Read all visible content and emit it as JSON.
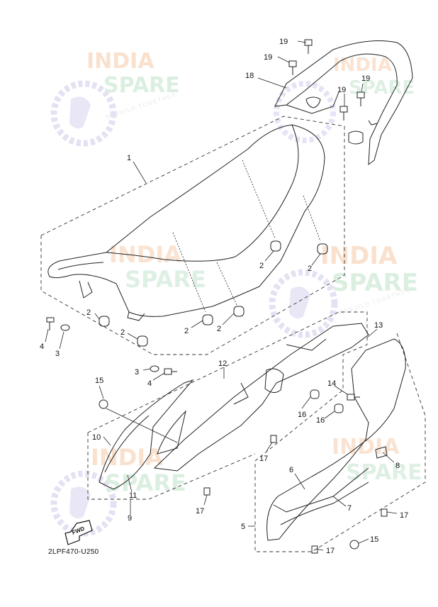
{
  "diagram": {
    "code": "2LPF470-U250",
    "fwd_label": "FWD"
  },
  "watermark": {
    "line1": "INDIA",
    "line2": "SPARE",
    "tagline": "REBUILD TOGETHER"
  },
  "callouts": {
    "c1": "1",
    "c2a": "2",
    "c2b": "2",
    "c2c": "2",
    "c2d": "2",
    "c2e": "2",
    "c2f": "2",
    "c3a": "3",
    "c3b": "3",
    "c4a": "4",
    "c4b": "4",
    "c5": "5",
    "c6": "6",
    "c7": "7",
    "c8": "8",
    "c9": "9",
    "c10": "10",
    "c11": "11",
    "c12": "12",
    "c13": "13",
    "c14": "14",
    "c15a": "15",
    "c15b": "15",
    "c16a": "16",
    "c16b": "16",
    "c17a": "17",
    "c17b": "17",
    "c17c": "17",
    "c17d": "17",
    "c18": "18",
    "c19a": "19",
    "c19b": "19",
    "c19c": "19",
    "c19d": "19"
  }
}
